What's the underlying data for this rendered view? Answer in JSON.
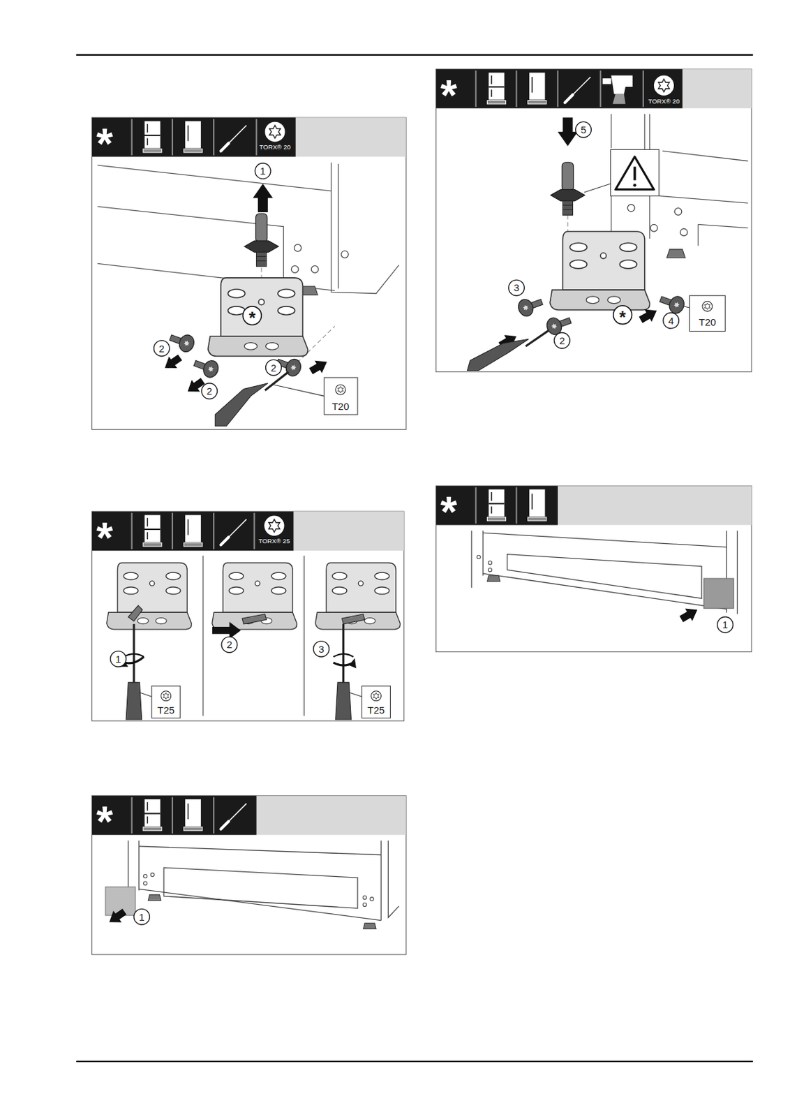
{
  "diagram": {
    "labels": [
      "*",
      "TORX® 20",
      "1",
      "*",
      "2",
      "2",
      "2",
      "T20",
      "*",
      "TORX® 25",
      "1",
      "T25",
      "2",
      "3",
      "T25",
      "*",
      "1",
      "*",
      "TORX® 20",
      "5",
      "3",
      "2",
      "*",
      "4",
      "T20",
      "*",
      "1"
    ]
  }
}
